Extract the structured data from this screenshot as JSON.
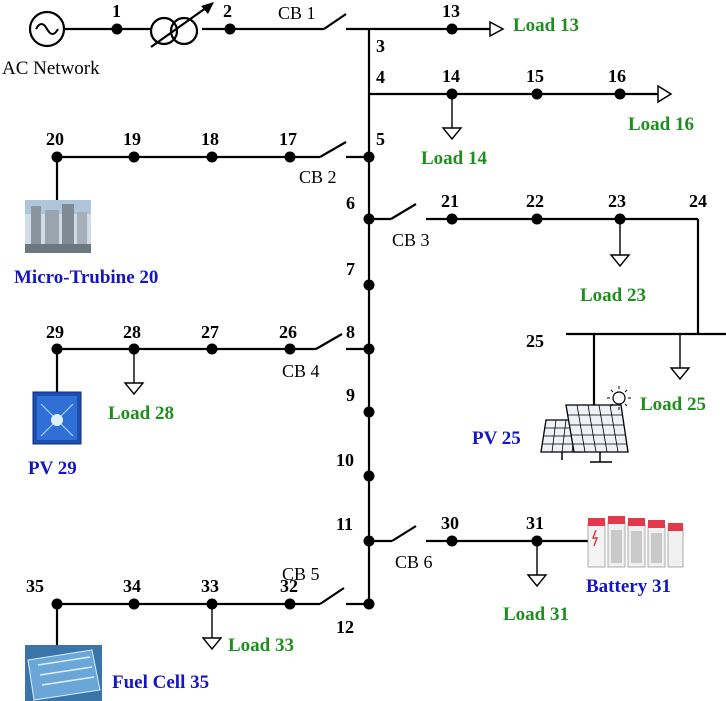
{
  "colors": {
    "load_label": "#1e8f1e",
    "generator_label": "#1515c8",
    "line": "#000000"
  },
  "network": {
    "source_label": "AC Network",
    "nodes": [
      "1",
      "2",
      "3",
      "4",
      "5",
      "6",
      "7",
      "8",
      "9",
      "10",
      "11",
      "12",
      "13",
      "14",
      "15",
      "16",
      "17",
      "18",
      "19",
      "20",
      "21",
      "22",
      "23",
      "24",
      "25",
      "26",
      "27",
      "28",
      "29",
      "30",
      "31",
      "32",
      "33",
      "34",
      "35"
    ],
    "breakers": [
      "CB 1",
      "CB 2",
      "CB 3",
      "CB 4",
      "CB 5",
      "CB 6"
    ],
    "loads": [
      "Load 13",
      "Load 16",
      "Load 14",
      "Load 23",
      "Load 25",
      "Load 28",
      "Load 31",
      "Load 33"
    ],
    "generators": [
      "Micro-Trubine 20",
      "PV 29",
      "PV 25",
      "Battery 31",
      "Fuel Cell 35"
    ]
  }
}
